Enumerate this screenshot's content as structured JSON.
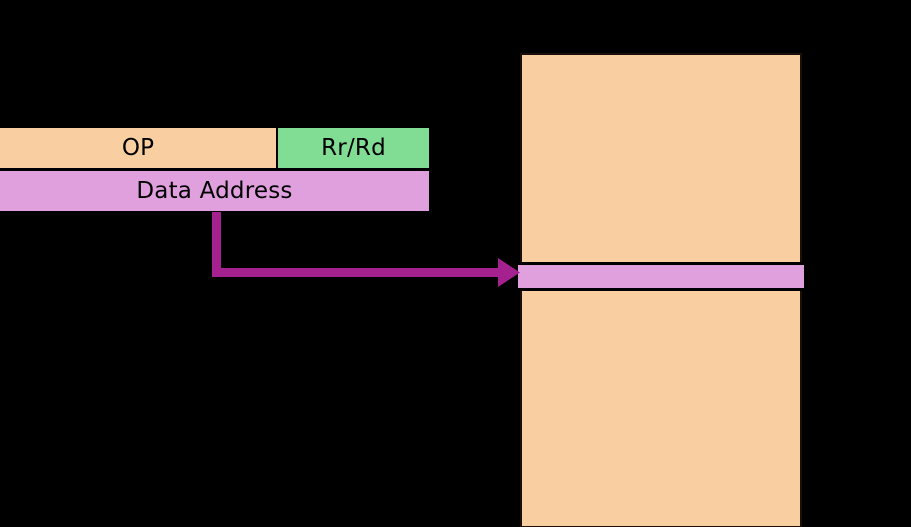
{
  "diagram": {
    "title": "instruction-to-memory-addressing",
    "background_color": "#000000",
    "instruction": {
      "fields": [
        {
          "id": "op",
          "label": "OP",
          "color": "#F9CEA0"
        },
        {
          "id": "rr_rd",
          "label": "Rr/Rd",
          "color": "#80DD93"
        },
        {
          "id": "data_address",
          "label": "Data Address",
          "color": "#E0A0DE"
        }
      ]
    },
    "memory": {
      "label": "",
      "color": "#F9CEA0",
      "target_row": {
        "label": "",
        "color": "#E0A0DE"
      }
    },
    "arrow": {
      "name": "data-address-to-memory-arrow",
      "color": "#A5218F",
      "from": "data_address",
      "to": "memory_target_row"
    }
  }
}
